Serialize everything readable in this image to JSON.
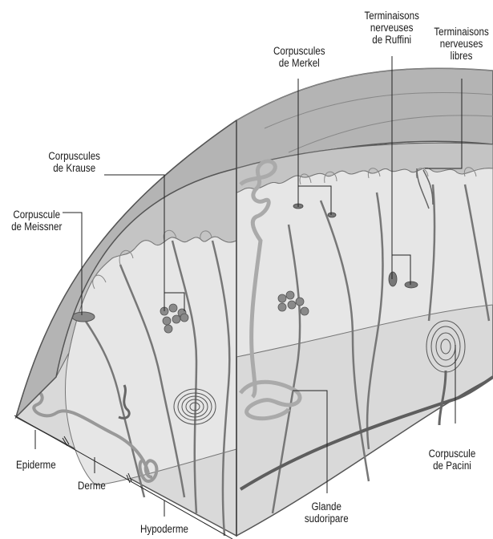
{
  "labels": {
    "merkel": [
      "Corpuscules",
      "de Merkel"
    ],
    "ruffini": [
      "Terminaisons",
      "nerveuses",
      "de Ruffini"
    ],
    "libres": [
      "Terminaisons",
      "nerveuses",
      "libres"
    ],
    "krause": [
      "Corpuscules",
      "de Krause"
    ],
    "meissner": [
      "Corpuscule",
      "de Meissner"
    ],
    "pacini": [
      "Corpuscule",
      "de Pacini"
    ],
    "glande": [
      "Glande",
      "sudoripare"
    ],
    "epiderme": "Epiderme",
    "derme": "Derme",
    "hypoderme": "Hypoderme"
  },
  "colors": {
    "epidermis_outer": "#a9a9a9",
    "epidermis_inner": "#c4c4c4",
    "dermis": "#e6e6e6",
    "hypodermis": "#d9d9d9",
    "nerve": "#777777",
    "vessel": "#5e5e5e",
    "line": "#222222"
  }
}
